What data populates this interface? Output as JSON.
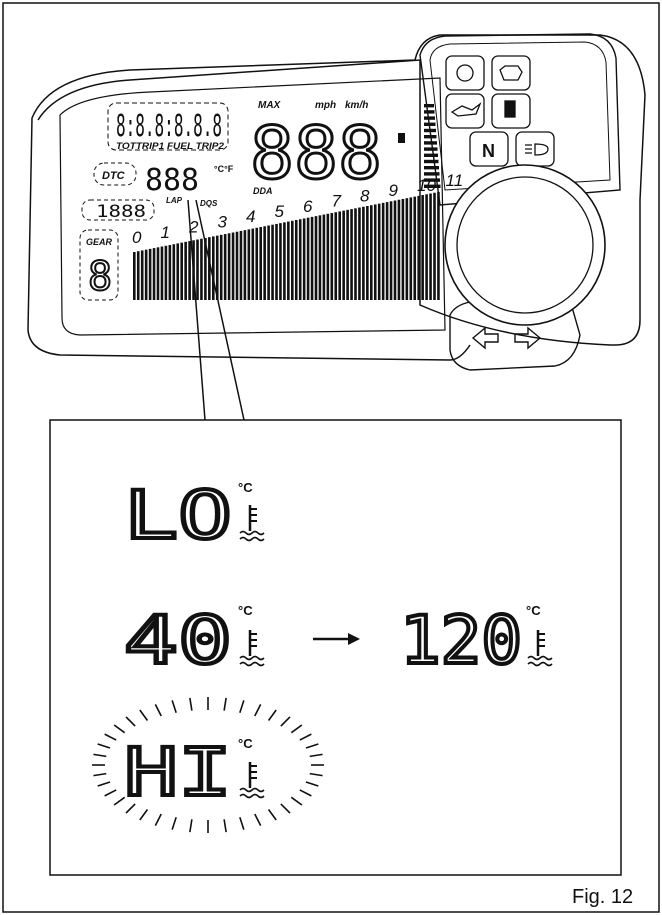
{
  "figure": {
    "caption": "Fig. 12"
  },
  "dashboard": {
    "odometer_digits": "8:8.8:8.8.8",
    "odometer_modes": "TOTTRIP1 FUEL TRIP2",
    "max_label": "MAX",
    "unit_mph": "mph",
    "unit_kmh": "km/h",
    "speed_digits": "888",
    "dda_label": "DDA",
    "dtc_label": "DTC",
    "temp_digits": "888",
    "temp_unit": "°C°F",
    "lap_label": "LAP",
    "dqs_label": "DQS",
    "lap_counter_digits": "1888",
    "gear_label": "GEAR",
    "gear_digit": "8",
    "neutral_label": "N",
    "rpm_scale": [
      "0",
      "1",
      "2",
      "3",
      "4",
      "5",
      "6",
      "7",
      "8",
      "9",
      "10",
      "11"
    ]
  },
  "temperature_readouts": {
    "low": {
      "text": "LO",
      "unit": "°C"
    },
    "range_start": {
      "text": "40",
      "unit": "°C"
    },
    "range_end": {
      "text": "120",
      "unit": "°C"
    },
    "high": {
      "text": "HI",
      "unit": "°C"
    }
  },
  "colors": {
    "line": "#111111",
    "background": "#ffffff"
  }
}
